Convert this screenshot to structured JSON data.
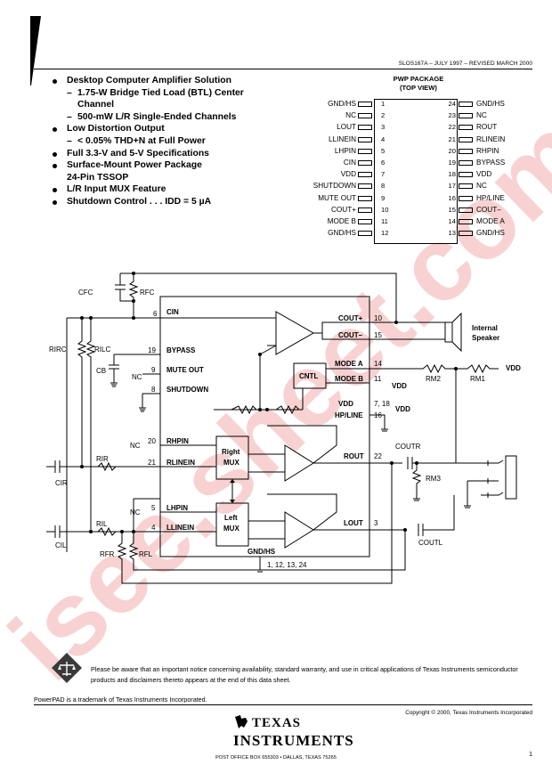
{
  "header": {
    "doc_ref": "SLOS167A – JULY 1997 – REVISED MARCH 2000"
  },
  "features": [
    {
      "kind": "bullet",
      "text": "Desktop Computer Amplifier Solution"
    },
    {
      "kind": "sub",
      "text": "1.75-W Bridge Tied Load (BTL) Center"
    },
    {
      "kind": "cont",
      "text": "Channel"
    },
    {
      "kind": "sub",
      "text": "500-mW L/R Single-Ended Channels"
    },
    {
      "kind": "bullet",
      "text": "Low Distortion Output"
    },
    {
      "kind": "sub",
      "text": "< 0.05% THD+N at Full Power"
    },
    {
      "kind": "bullet",
      "text": "Full 3.3-V and 5-V Specifications"
    },
    {
      "kind": "bullet",
      "text": "Surface-Mount Power Package"
    },
    {
      "kind": "cont2",
      "text": "24-Pin TSSOP"
    },
    {
      "kind": "bullet",
      "text": "L/R Input MUX Feature"
    },
    {
      "kind": "bullet",
      "text": "Shutdown Control . . . IDD = 5 µA"
    }
  ],
  "package": {
    "title": "PWP PACKAGE",
    "subtitle": "(TOP VIEW)",
    "left_pins": [
      {
        "num": "1",
        "name": "GND/HS"
      },
      {
        "num": "2",
        "name": "NC"
      },
      {
        "num": "3",
        "name": "LOUT"
      },
      {
        "num": "4",
        "name": "LLINEIN"
      },
      {
        "num": "5",
        "name": "LHPIN"
      },
      {
        "num": "6",
        "name": "CIN"
      },
      {
        "num": "7",
        "name": "VDD"
      },
      {
        "num": "8",
        "name": "SHUTDOWN"
      },
      {
        "num": "9",
        "name": "MUTE OUT"
      },
      {
        "num": "10",
        "name": "COUT+"
      },
      {
        "num": "11",
        "name": "MODE B"
      },
      {
        "num": "12",
        "name": "GND/HS"
      }
    ],
    "right_pins": [
      {
        "num": "24",
        "name": "GND/HS"
      },
      {
        "num": "23",
        "name": "NC"
      },
      {
        "num": "22",
        "name": "ROUT"
      },
      {
        "num": "21",
        "name": "RLINEIN"
      },
      {
        "num": "20",
        "name": "RHPIN"
      },
      {
        "num": "19",
        "name": "BYPASS"
      },
      {
        "num": "18",
        "name": "VDD"
      },
      {
        "num": "17",
        "name": "NC"
      },
      {
        "num": "16",
        "name": "HP/LINE"
      },
      {
        "num": "15",
        "name": "COUT–"
      },
      {
        "num": "14",
        "name": "MODE A"
      },
      {
        "num": "13",
        "name": "GND/HS"
      }
    ]
  },
  "schematic": {
    "labels": {
      "cfc": "CFC",
      "rfc": "RFC",
      "cin": "CIN",
      "pin6": "6",
      "rirc": "RIRC",
      "rilc": "RILC",
      "bypass": "BYPASS",
      "pin19": "19",
      "cb": "CB",
      "nc1": "NC",
      "mute": "MUTE OUT",
      "pin9": "9",
      "shutdown": "SHUTDOWN",
      "pin8": "8",
      "coutp": "COUT+",
      "pin10": "10",
      "coutm": "COUT–",
      "pin15": "15",
      "speaker": "Internal",
      "speaker2": "Speaker",
      "cntl": "CNTL",
      "modea": "MODE A",
      "pin14": "14",
      "modeb": "MODE B",
      "pin11": "11",
      "vdd_a": "VDD",
      "rm2": "RM2",
      "rm1": "RM1",
      "vdd_b": "VDD",
      "vdd_pin": "VDD",
      "pin718": "7, 18",
      "vdd_c": "VDD",
      "hpline": "HP/LINE",
      "pin16": "16",
      "nc2": "NC",
      "rhpin": "RHPIN",
      "pin20": "20",
      "rlinein": "RLINEIN",
      "pin21": "21",
      "rmux1": "Right",
      "rmux2": "MUX",
      "rout": "ROUT",
      "pin22": "22",
      "coutr": "COUTR",
      "rm3": "RM3",
      "cir": "CIR",
      "rir": "RIR",
      "nc3": "NC",
      "lhpin": "LHPIN",
      "pin5": "5",
      "llinein": "LLINEIN",
      "pin4": "4",
      "lmux1": "Left",
      "lmux2": "MUX",
      "lout": "LOUT",
      "pin3": "3",
      "coutl": "COUTL",
      "cil": "CIL",
      "ril": "RIL",
      "rfr": "RFR",
      "rfl": "RFL",
      "gndhs": "GND/HS",
      "gndpins": "1, 12, 13, 24"
    }
  },
  "notice": "Please be aware that an important notice concerning availability, standard warranty, and use in critical applications of Texas Instruments semiconductor products and disclaimers thereto appears at the end of this data sheet.",
  "trademark": "PowerPAD is a trademark of Texas Instruments Incorporated.",
  "copyright": "Copyright © 2000, Texas Instruments Incorporated",
  "logo": {
    "line1": "TEXAS",
    "line2": "INSTRUMENTS"
  },
  "address": "POST OFFICE BOX 655303 • DALLAS, TEXAS 75265",
  "page_number": "1",
  "watermark": "isee.sheet.com",
  "colors": {
    "watermark": "#f3b6b6"
  }
}
